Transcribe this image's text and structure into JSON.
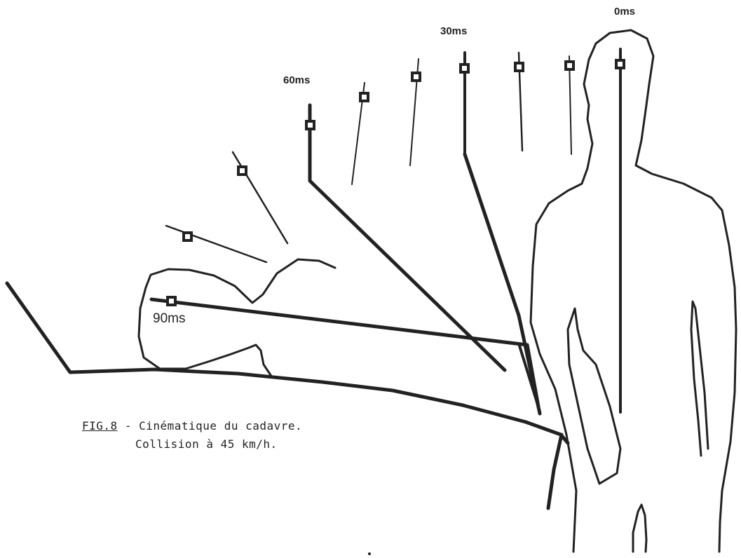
{
  "time_labels": {
    "t0": "0ms",
    "t30": "30ms",
    "t60": "60ms",
    "t90": "90ms"
  },
  "caption": {
    "fig_number": "FIG.8",
    "separator": "-",
    "line1": "Cinématique du cadavre.",
    "line2": "Collision à 45 km/h."
  },
  "colors": {
    "ink": "#222222",
    "background": "#ffffff"
  }
}
